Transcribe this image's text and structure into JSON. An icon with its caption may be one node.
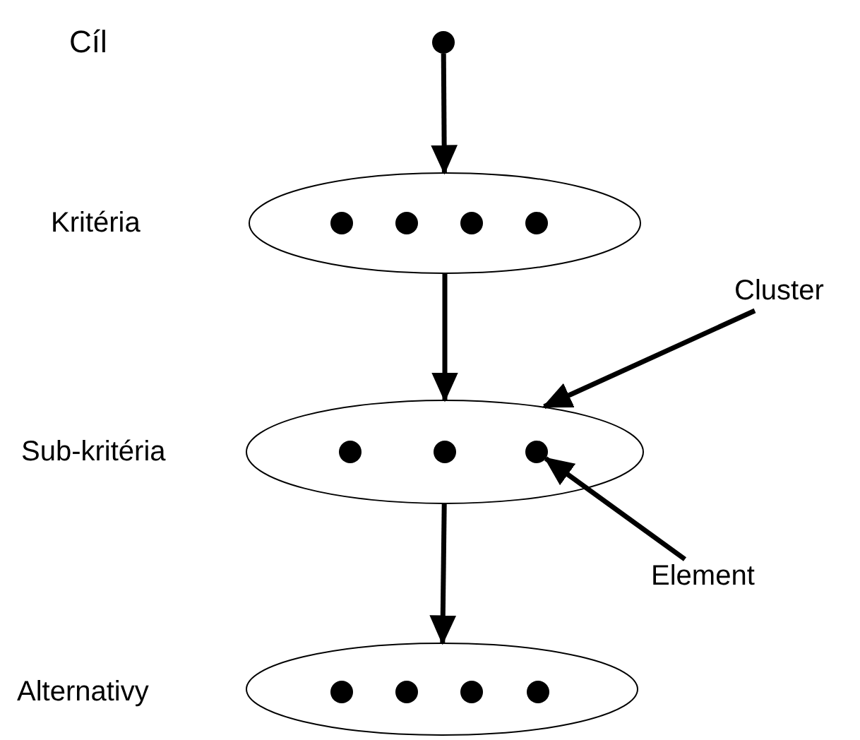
{
  "diagram": {
    "nodes": [
      {
        "text": [],
        "shape": "circle"
      },
      {
        "text": [],
        "shape": "ellipse",
        "beside": [
          "Kritéria"
        ]
      },
      {
        "text": [],
        "shape": "circle",
        "in": 1
      },
      {
        "text": [],
        "shape": "circle",
        "in": 1
      },
      {
        "text": [],
        "shape": "circle",
        "in": 1
      },
      {
        "text": [],
        "shape": "circle",
        "in": 1
      },
      {
        "text": [],
        "shape": "ellipse",
        "beside": [
          "Sub-kritéria"
        ]
      },
      {
        "text": [],
        "shape": "circle",
        "in": 6
      },
      {
        "text": [],
        "shape": "circle",
        "in": 6
      },
      {
        "text": [],
        "shape": "circle",
        "in": 6
      },
      {
        "text": [],
        "shape": "ellipse",
        "beside": [
          "Alternativy"
        ]
      },
      {
        "text": [],
        "shape": "circle",
        "in": 10
      },
      {
        "text": [],
        "shape": "circle",
        "in": 10
      },
      {
        "text": [],
        "shape": "circle",
        "in": 10
      },
      {
        "text": [],
        "shape": "circle",
        "in": 10
      },
      {
        "text": [
          "Cluster"
        ]
      },
      {
        "text": [
          "Element"
        ]
      }
    ],
    "edges": [
      {
        "from": 0,
        "to": 1,
        "arrow": "to"
      },
      {
        "from": 1,
        "to": 6,
        "arrow": "to"
      },
      {
        "from": 6,
        "to": 10,
        "arrow": "to"
      },
      {
        "from": 15,
        "to": 6,
        "arrow": "to"
      },
      {
        "from": 16,
        "to": 9,
        "arrow": "to"
      }
    ],
    "labels": [
      "Cíl"
    ]
  }
}
